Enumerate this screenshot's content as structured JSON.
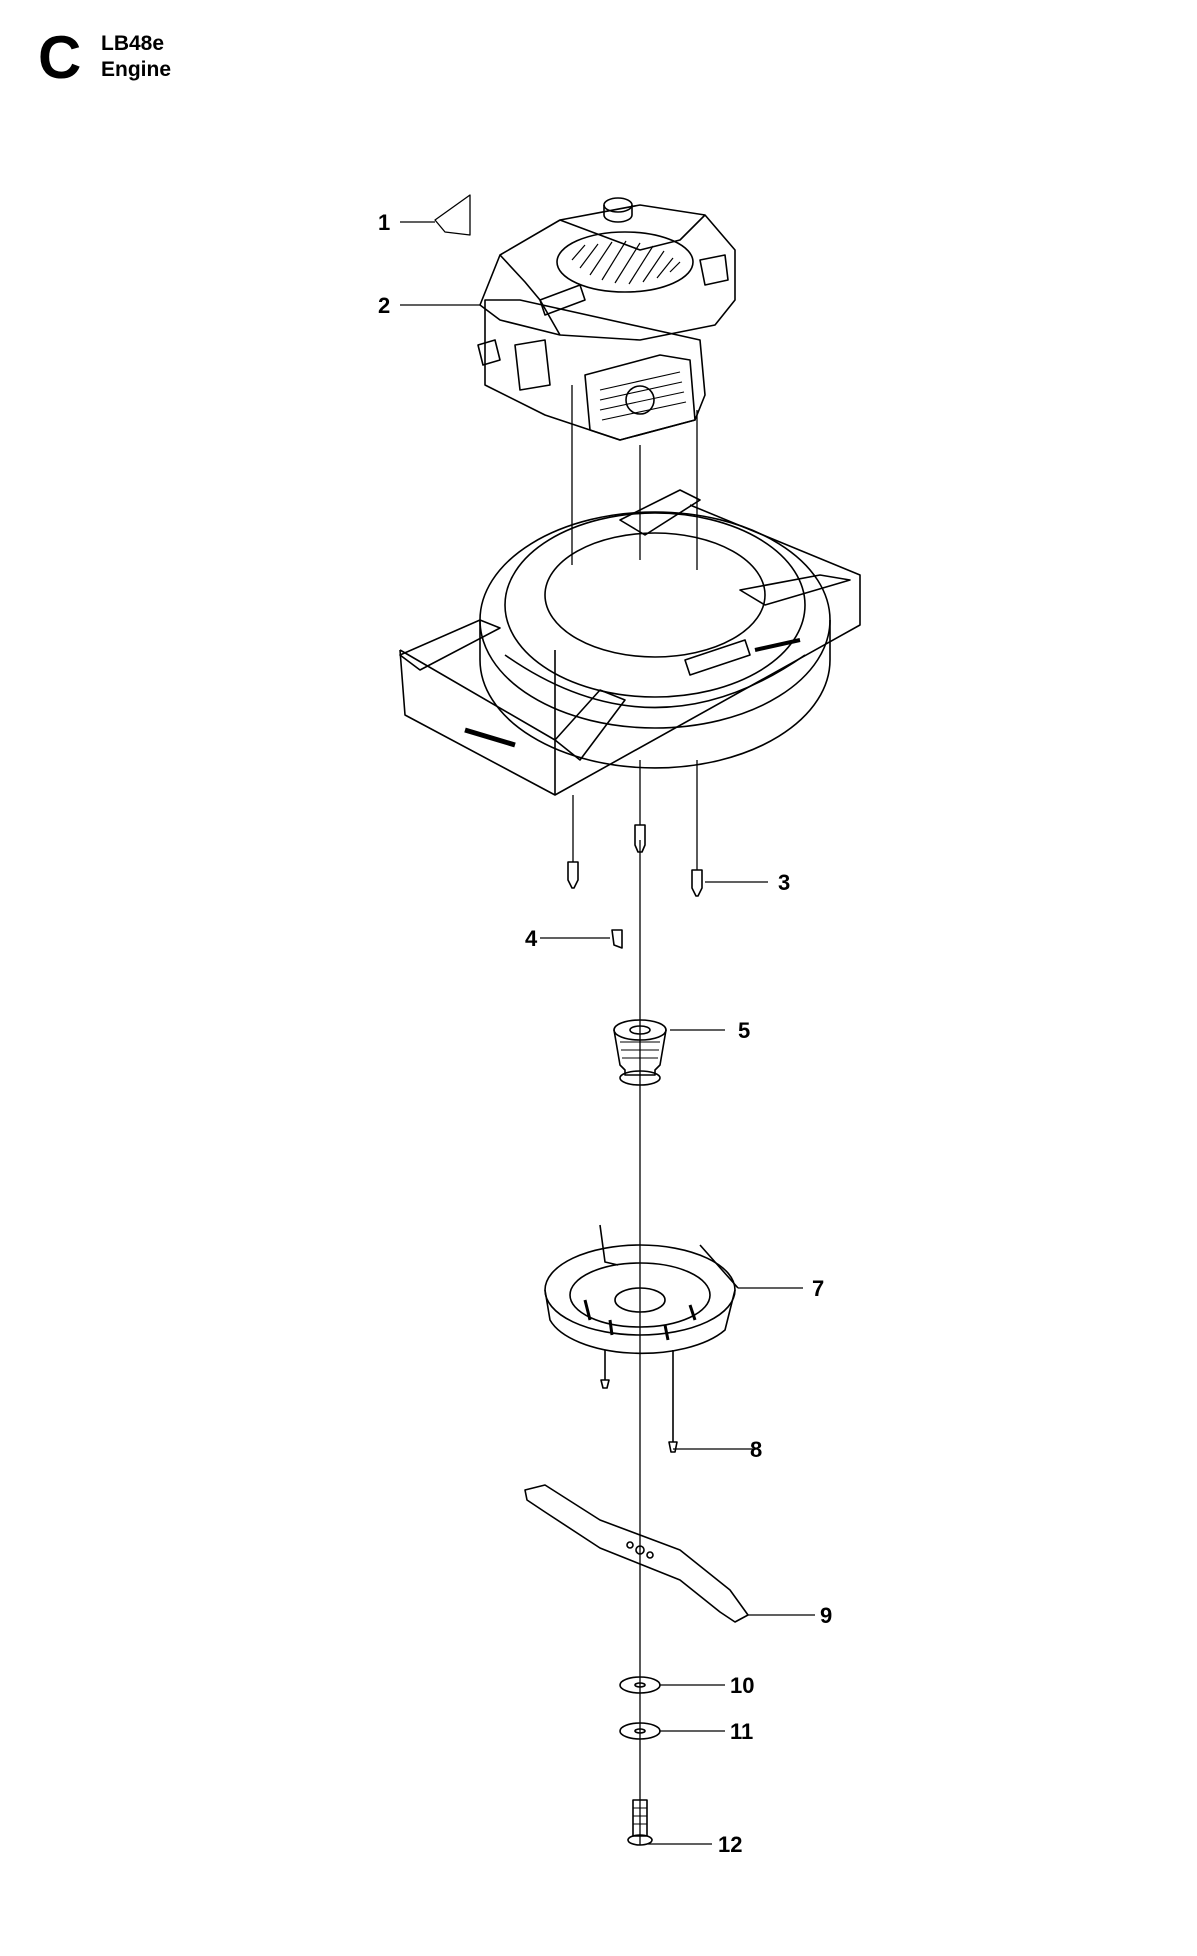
{
  "header": {
    "section_letter": "C",
    "model": "LB48e",
    "subtitle": "Engine"
  },
  "callouts": [
    "1",
    "2",
    "3",
    "4",
    "5",
    "7",
    "8",
    "9",
    "10",
    "11",
    "12"
  ]
}
